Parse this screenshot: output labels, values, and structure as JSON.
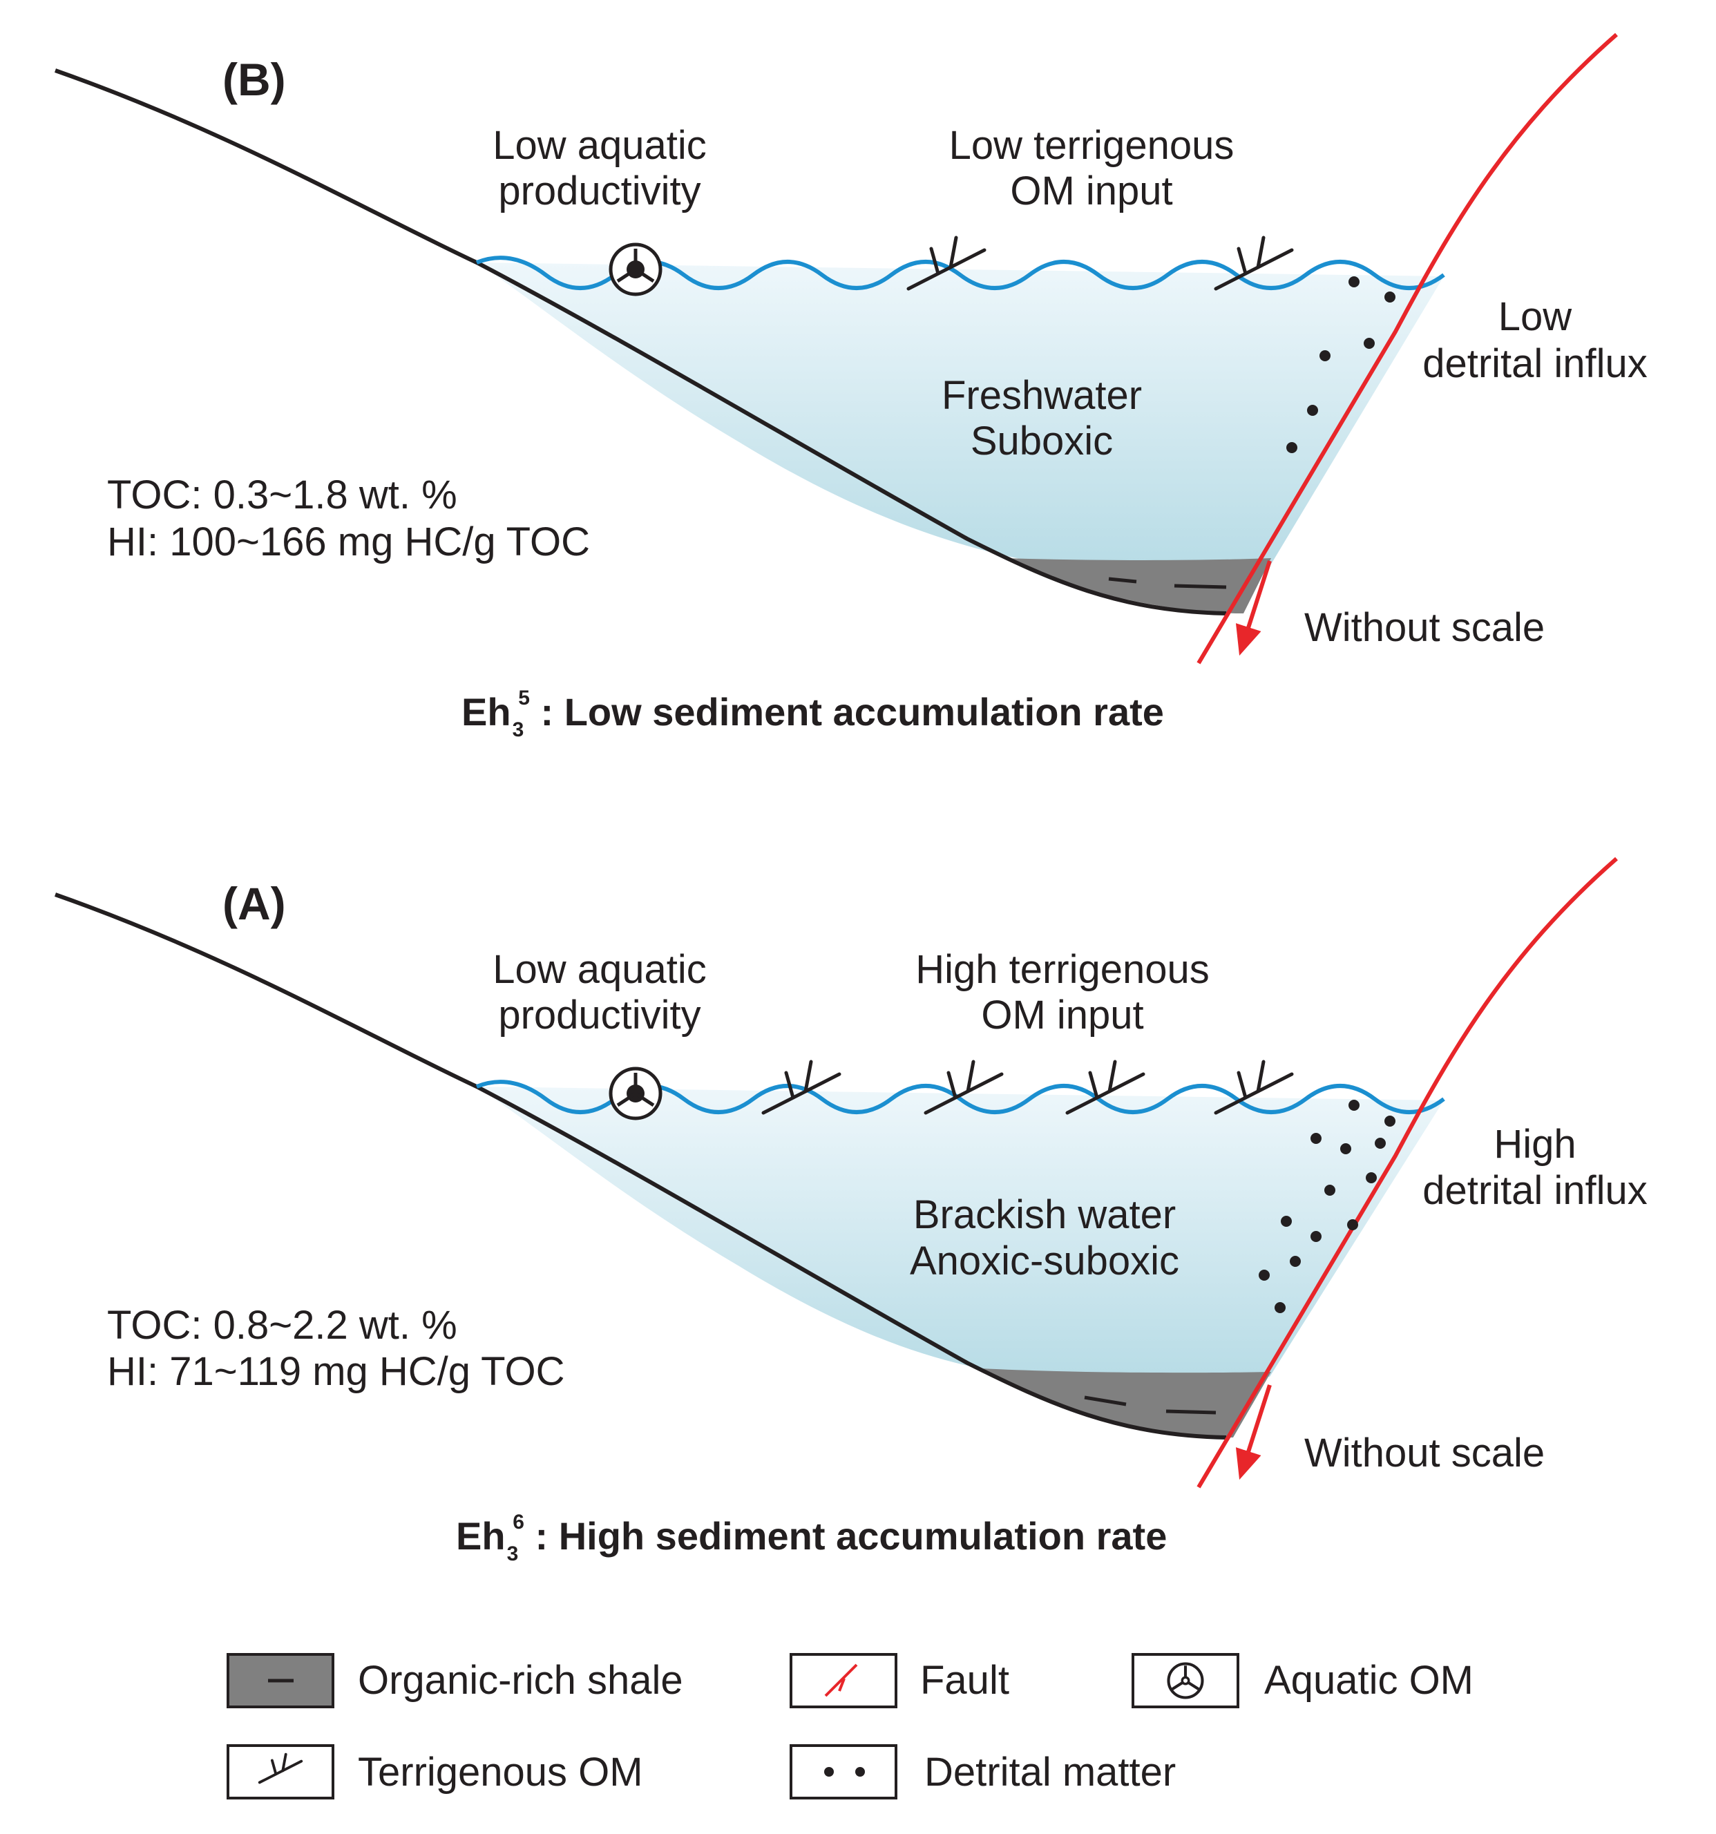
{
  "panels": [
    {
      "id": "B",
      "tag": "(B)",
      "aquatic_label": [
        "Low aquatic",
        "productivity"
      ],
      "terrigenous_label": [
        "Low terrigenous",
        "OM input"
      ],
      "water_label": [
        "Freshwater",
        "Suboxic"
      ],
      "detrital_label": [
        "Low",
        "detrital influx"
      ],
      "toc": "TOC: 0.3~1.8 wt. %",
      "hi": "HI:  100~166 mg HC/g TOC",
      "scale_note": "Without scale",
      "caption_main": "Eh",
      "caption_sub": "3",
      "caption_sup": "5",
      "caption_rest": " : Low sediment accumulation rate"
    },
    {
      "id": "A",
      "tag": "(A)",
      "aquatic_label": [
        "Low aquatic",
        "productivity"
      ],
      "terrigenous_label": [
        "High terrigenous",
        "OM input"
      ],
      "water_label": [
        "Brackish water",
        "Anoxic-suboxic"
      ],
      "detrital_label": [
        "High",
        "detrital influx"
      ],
      "toc": "TOC: 0.8~2.2 wt. %",
      "hi": "HI:  71~119 mg HC/g TOC",
      "scale_note": "Without scale",
      "caption_main": "Eh",
      "caption_sub": "3",
      "caption_sup": "6",
      "caption_rest": " : High sediment accumulation rate"
    }
  ],
  "legend": [
    {
      "icon": "organic-rich-shale",
      "label": "Organic-rich shale"
    },
    {
      "icon": "fault",
      "label": "Fault"
    },
    {
      "icon": "aquatic-om",
      "label": "Aquatic OM"
    },
    {
      "icon": "terrigenous-om",
      "label": "Terrigenous OM"
    },
    {
      "icon": "detrital-matter",
      "label": "Detrital matter"
    }
  ],
  "colors": {
    "water_top": "#eef7fb",
    "water_bottom": "#b8dce6",
    "wave": "#1b8fd0",
    "fault": "#e8262a",
    "shale": "#808080",
    "outline": "#231f20"
  }
}
